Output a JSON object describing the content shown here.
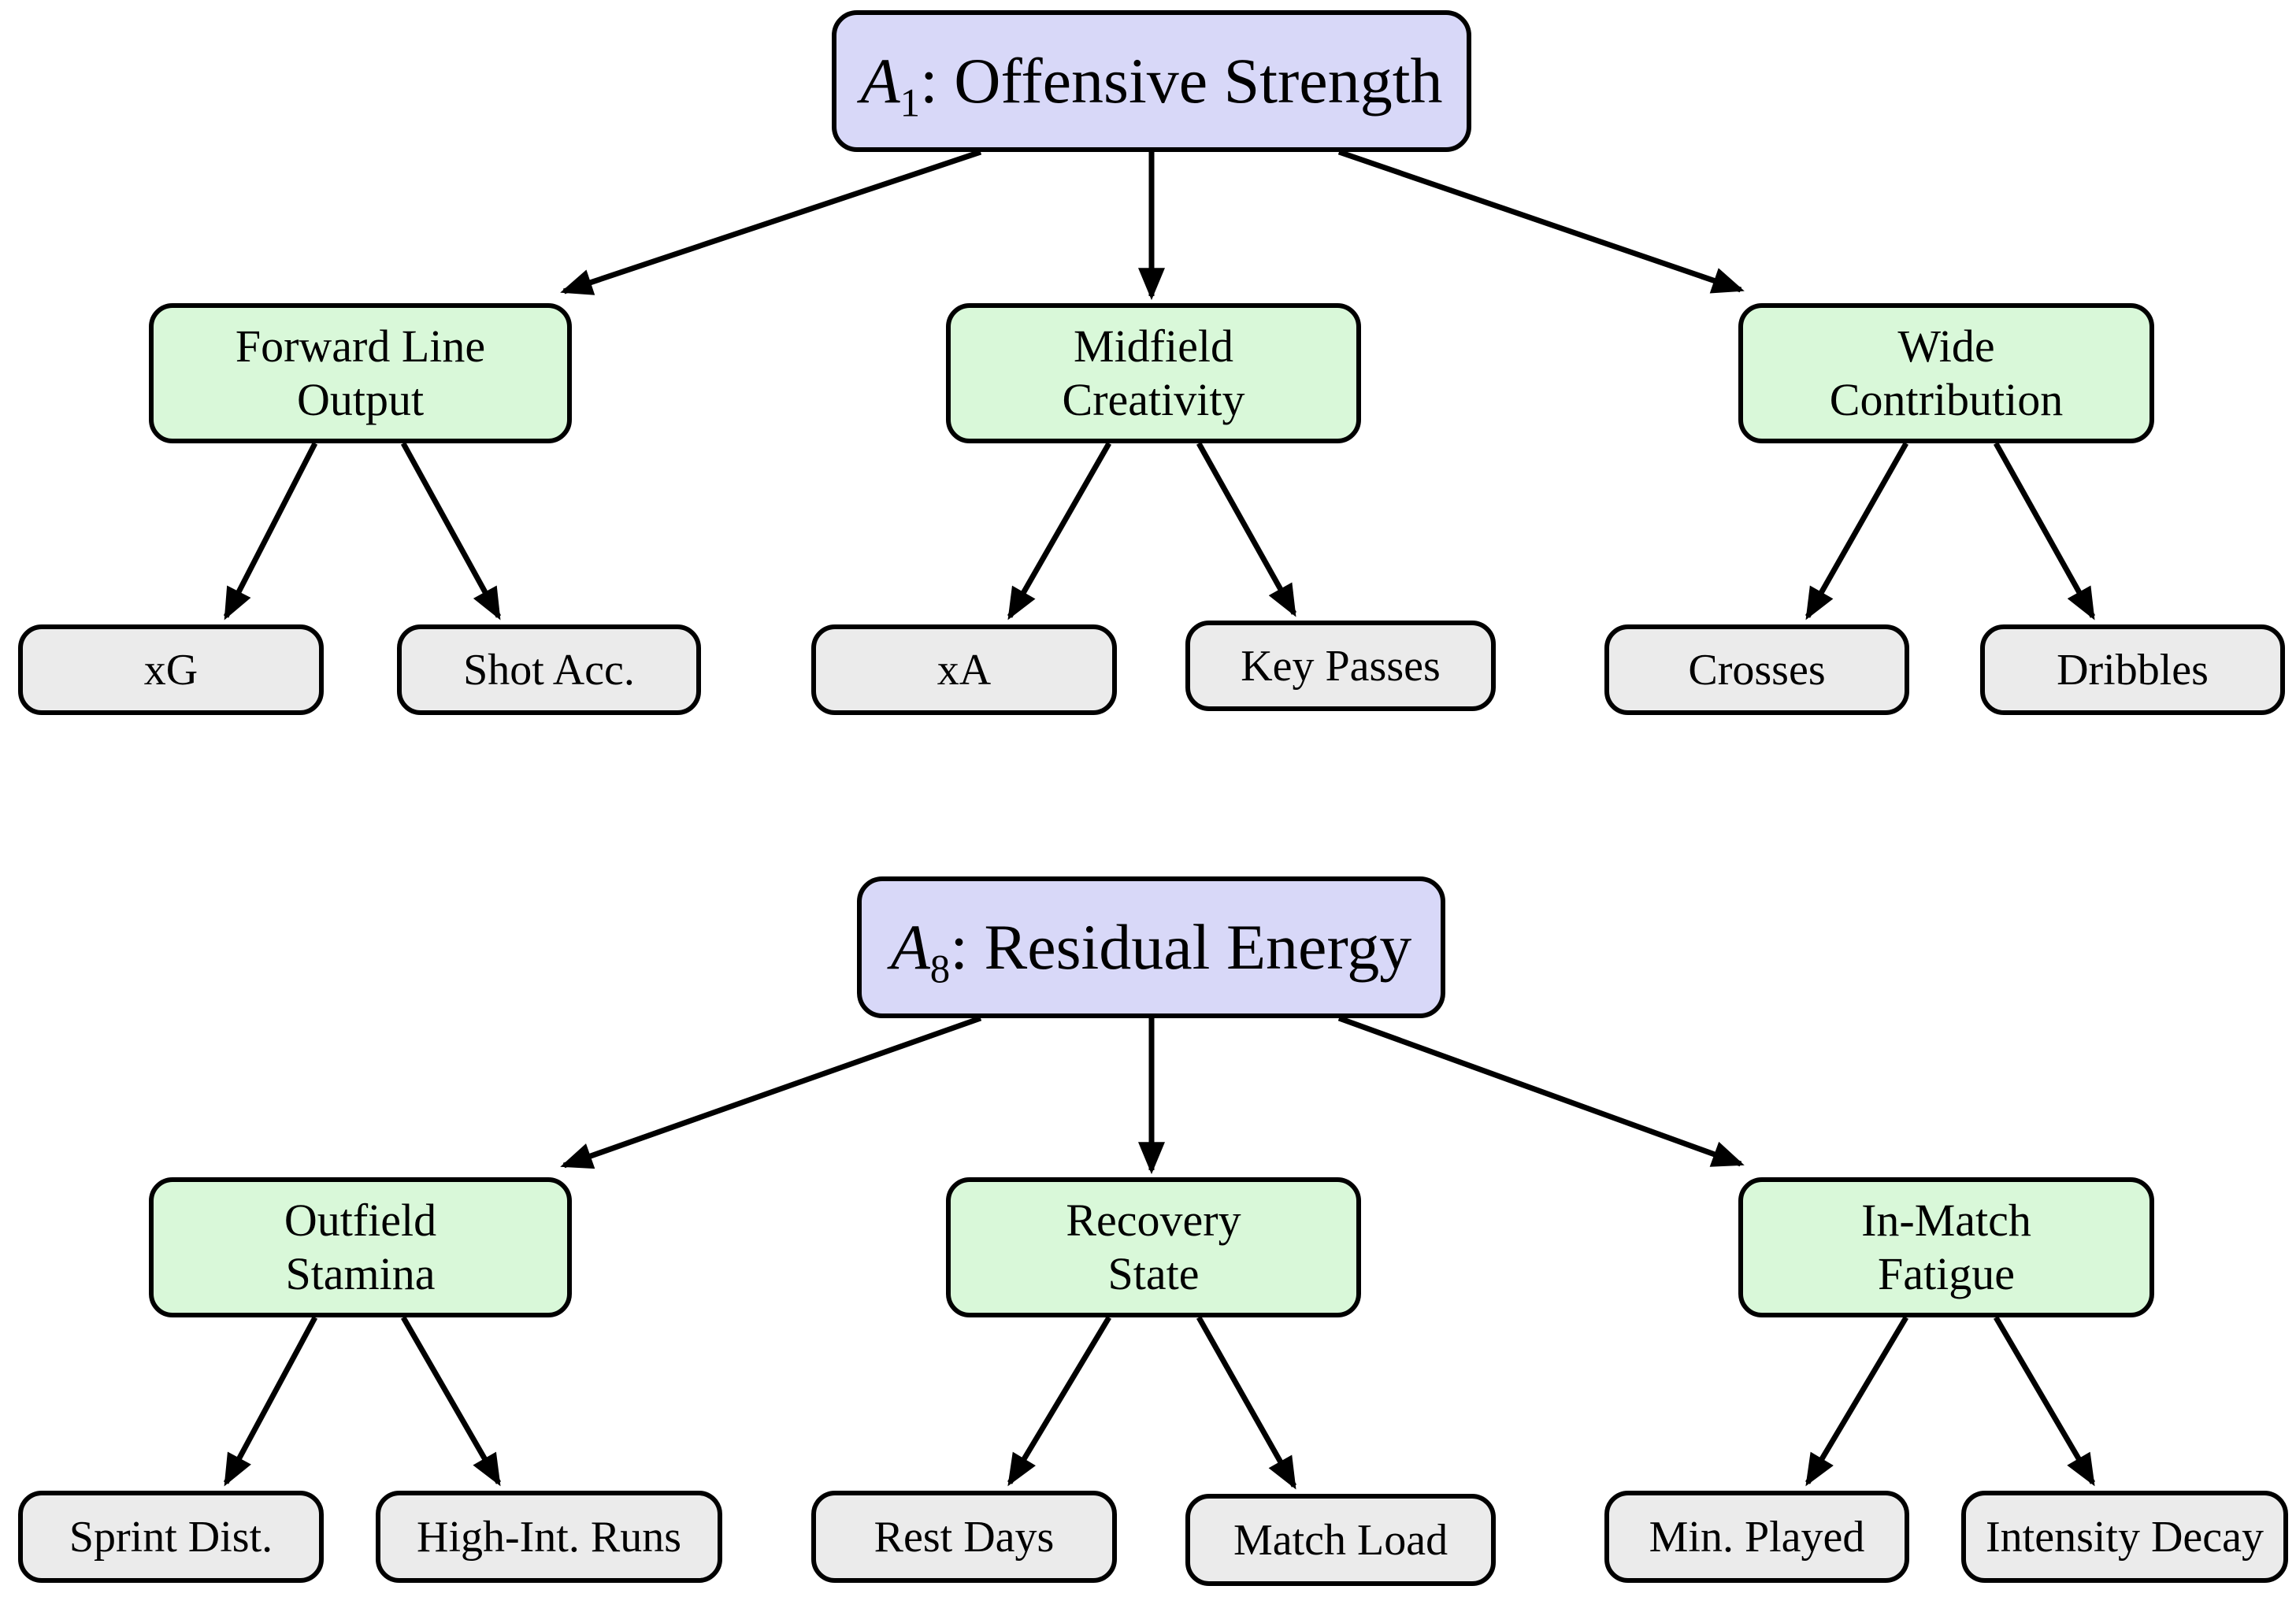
{
  "colors": {
    "root_fill": "#d8d8f8",
    "branch_fill": "#d9f8d9",
    "leaf_fill": "#ebebeb",
    "border": "#000000",
    "arrow": "#000000",
    "background": "#ffffff"
  },
  "tree1": {
    "root": {
      "var": "A",
      "sub": "1",
      "rest": ": Offensive Strength"
    },
    "branches": [
      {
        "label": "Forward Line\nOutput"
      },
      {
        "label": "Midfield\nCreativity"
      },
      {
        "label": "Wide\nContribution"
      }
    ],
    "leaves": [
      {
        "label": "xG"
      },
      {
        "label": "Shot Acc."
      },
      {
        "label": "xA"
      },
      {
        "label": "Key Passes"
      },
      {
        "label": "Crosses"
      },
      {
        "label": "Dribbles"
      }
    ]
  },
  "tree2": {
    "root": {
      "var": "A",
      "sub": "8",
      "rest": ": Residual Energy"
    },
    "branches": [
      {
        "label": "Outfield\nStamina"
      },
      {
        "label": "Recovery\nState"
      },
      {
        "label": "In-Match\nFatigue"
      }
    ],
    "leaves": [
      {
        "label": "Sprint Dist."
      },
      {
        "label": "High-Int. Runs"
      },
      {
        "label": "Rest Days"
      },
      {
        "label": "Match Load"
      },
      {
        "label": "Min. Played"
      },
      {
        "label": "Intensity Decay"
      }
    ]
  }
}
